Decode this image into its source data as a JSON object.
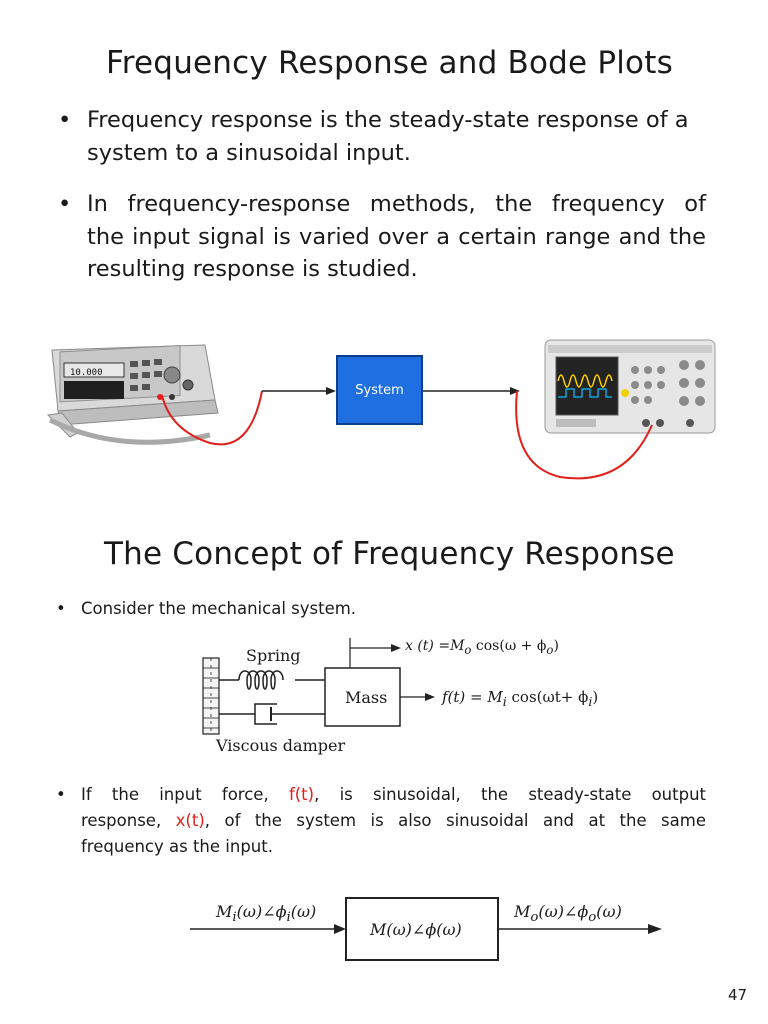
{
  "title1": "Frequency Response  and Bode Plots",
  "bullets1": [
    {
      "mark": "•",
      "lines": [
        "Frequency response is the steady-state response of a",
        "system to a sinusoidal input."
      ]
    },
    {
      "mark": "•",
      "lines": [
        "In frequency-response methods, the frequency of",
        "the input signal is varied over a certain range and the",
        "resulting response is studied."
      ]
    }
  ],
  "setup": {
    "generator_display": "10.000",
    "system_label": "System"
  },
  "title2": "The Concept of Frequency Response",
  "bullet_consider": {
    "mark": "•",
    "text": "Consider the mechanical system."
  },
  "mech": {
    "spring": "Spring",
    "mass": "Mass",
    "damper": "Viscous damper",
    "x_eq": "x (t) =M",
    "x_eq_sub": "o",
    "x_eq_rest": " cos(ω + ϕ",
    "x_eq_sub2": "o",
    "x_eq_end": ")",
    "f_eq": "f(t) = M",
    "f_eq_sub": "i",
    "f_eq_rest": " cos(ωt+ ϕ",
    "f_eq_sub2": "i",
    "f_eq_end": ")"
  },
  "bullet_input": {
    "mark": "•",
    "p1": "If the input force, ",
    "f": "f(t)",
    "p2": ", is sinusoidal, the steady-state output",
    "p3": "response, ",
    "x": "x(t)",
    "p4": ", of the system is also sinusoidal and at the same",
    "p5": "frequency as the input."
  },
  "block": {
    "in_M": "M",
    "in_sub": "i",
    "in_rest": "(ω)∠ϕ",
    "in_sub2": "i",
    "in_end": "(ω)",
    "center": "M(ω)∠ϕ(ω)",
    "out_M": "M",
    "out_sub": "o",
    "out_rest": "(ω)∠ϕ",
    "out_sub2": "o",
    "out_end": "(ω)"
  },
  "page_number": "47"
}
